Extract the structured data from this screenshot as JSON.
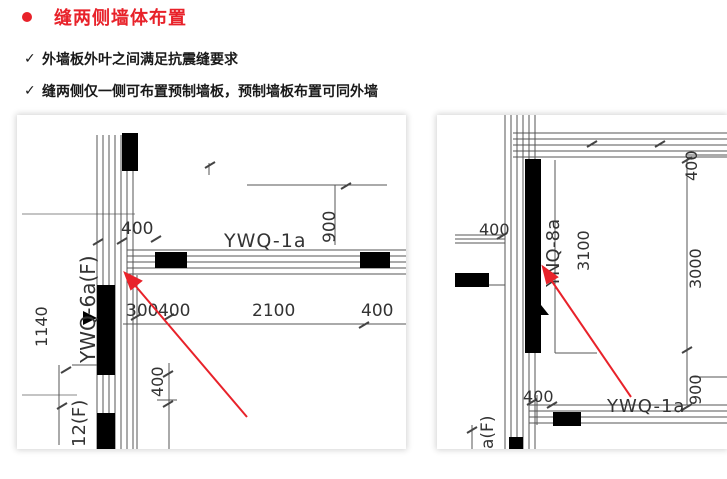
{
  "heading": {
    "title": "缝两侧墙体布置",
    "accent": "#e8222a"
  },
  "points": [
    {
      "check": "✓",
      "text": "外墙板外叶之间满足抗震缝要求"
    },
    {
      "check": "✓",
      "text": "缝两侧仅一侧可布置预制墙板，预制墙板布置可同外墙"
    }
  ],
  "left_drawing": {
    "labels": {
      "dim_400_top": "400",
      "wall_ywq1a": "YWQ-1a",
      "dim_900": "900",
      "wall_ywq6a": "YWQ-6a(F)",
      "dim_1140": "1140",
      "dim_300": "300",
      "dim_400_mid": "400",
      "dim_2100": "2100",
      "dim_400_right": "400",
      "dim_400_low": "400",
      "tag_12f": "12(F)"
    }
  },
  "right_drawing": {
    "labels": {
      "dim_400_top": "400",
      "wall_ynq8a": "YNQ-8a",
      "dim_3100": "3100",
      "dim_3000": "3000",
      "dim_400_low": "400",
      "wall_ywq1a": "YWQ-1a",
      "dim_900": "900",
      "tag_af": "a(F)"
    }
  },
  "colors": {
    "line": "#555555",
    "wall": "#000000",
    "arrow": "#e8222a"
  }
}
